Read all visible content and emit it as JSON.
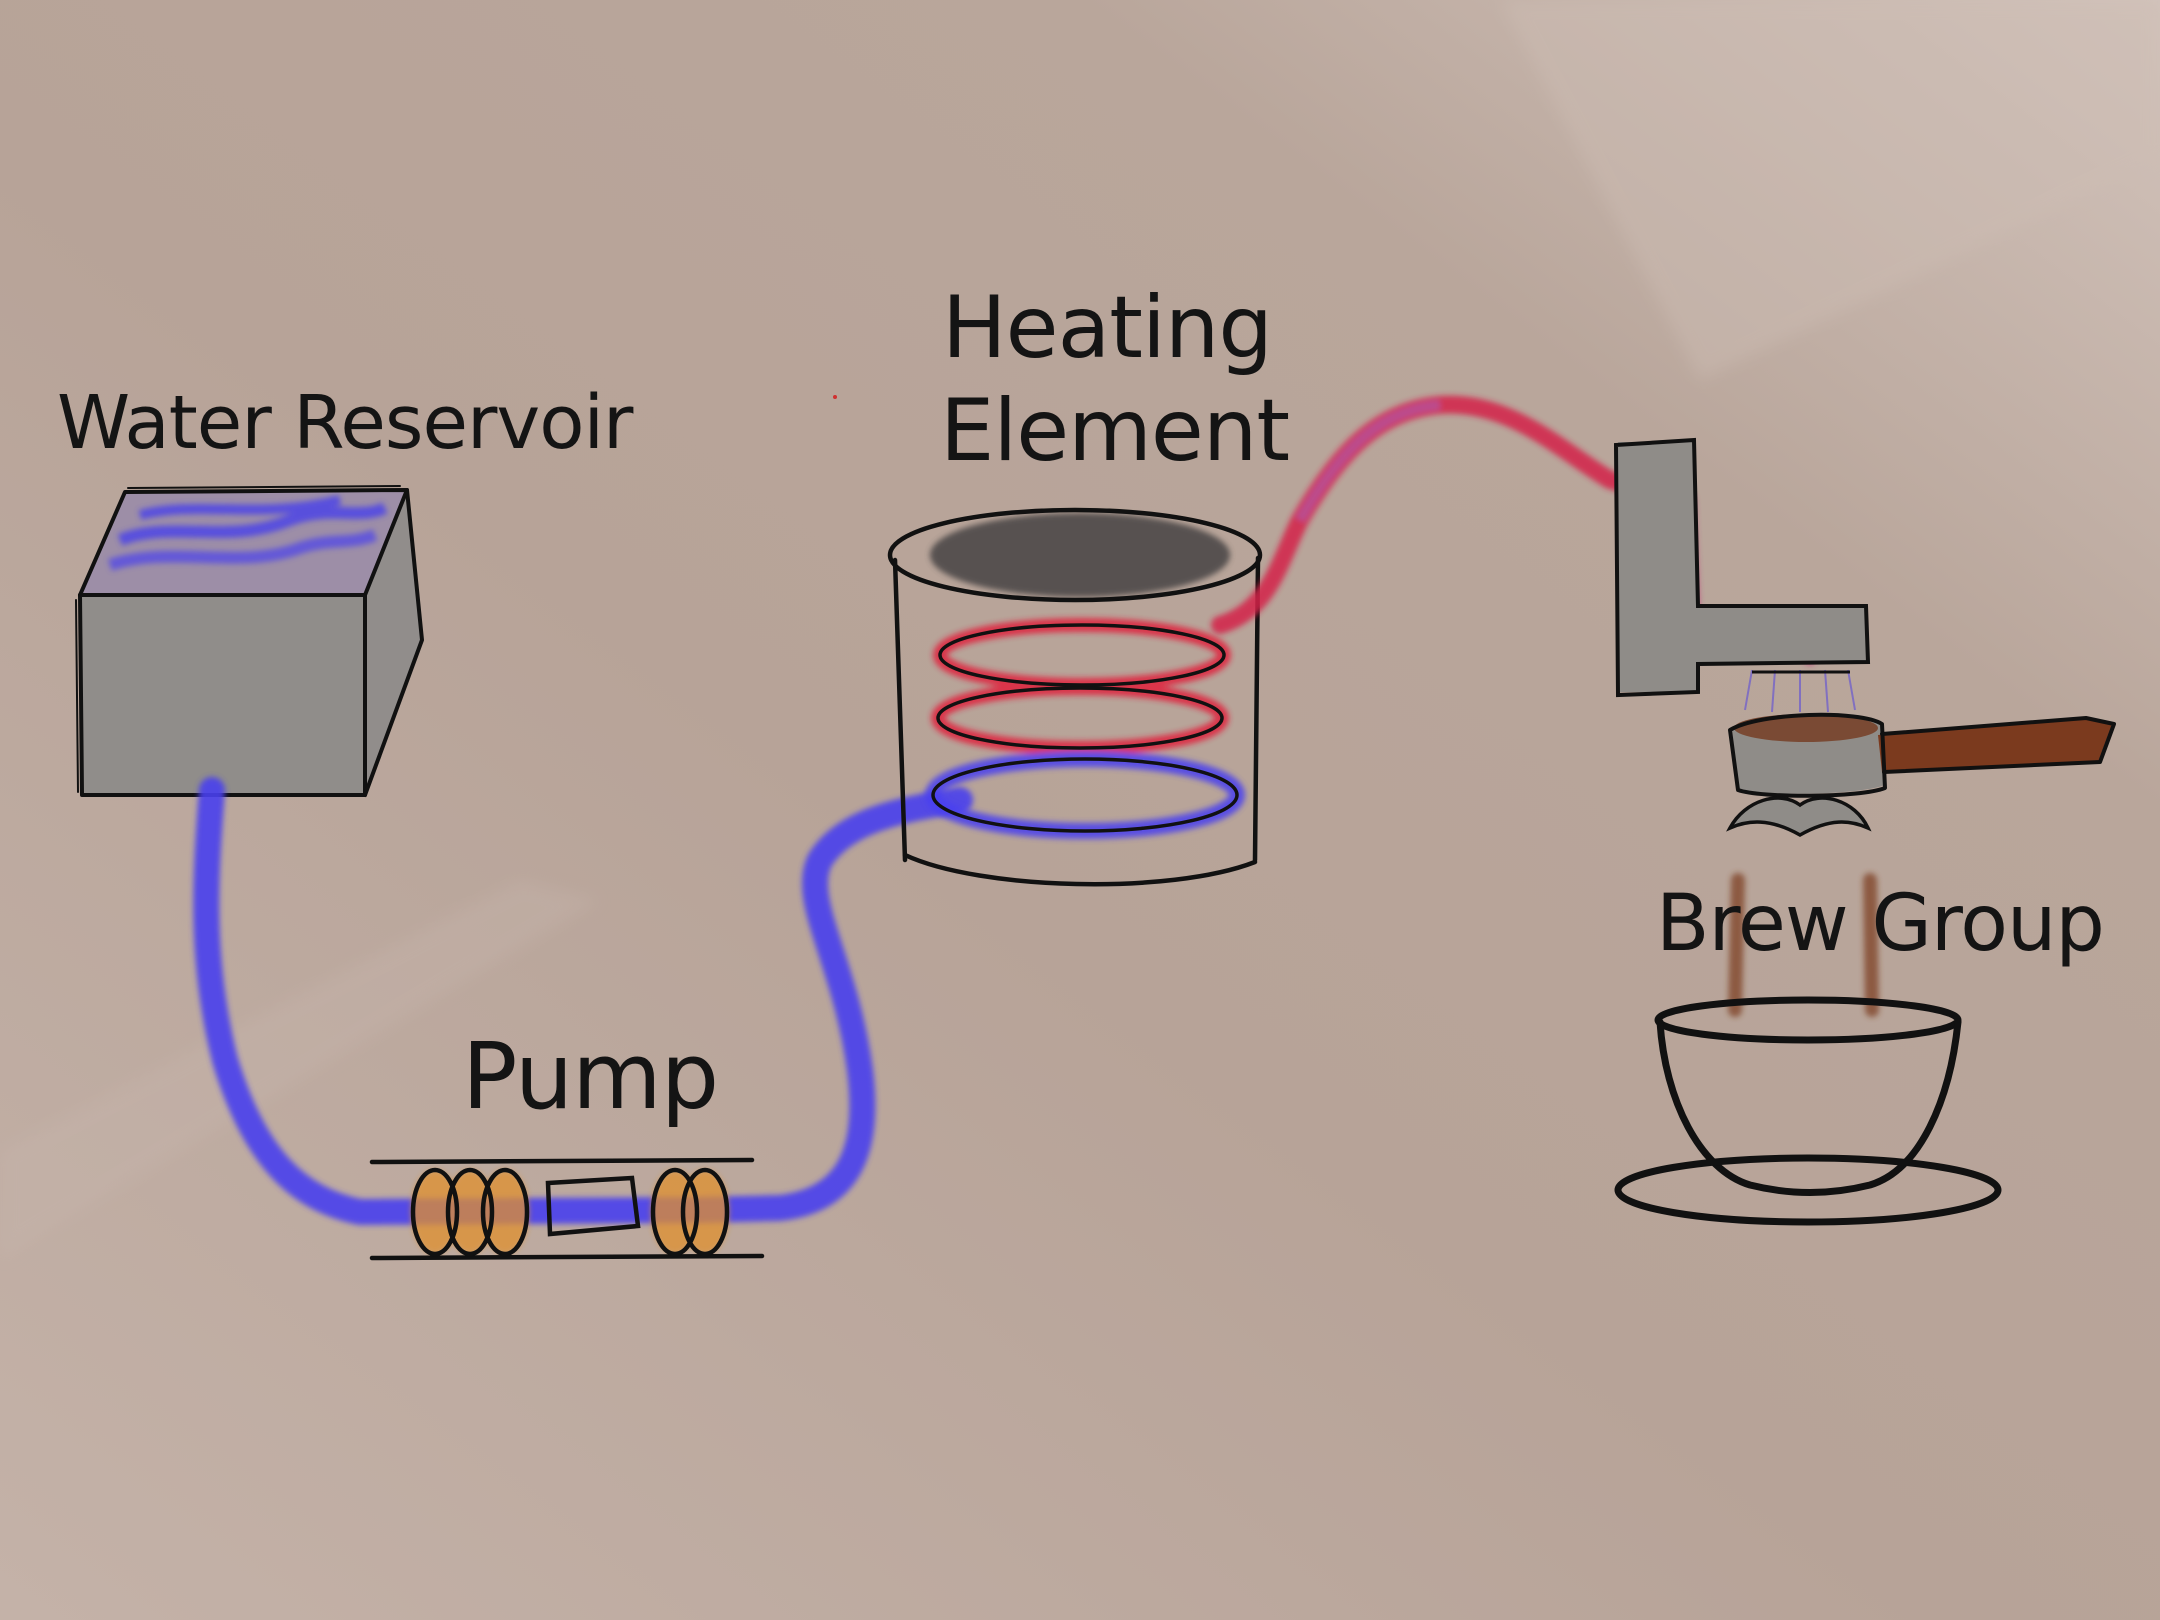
{
  "labels": {
    "water_reservoir": "Water Reservoir",
    "pump": "Pump",
    "heating_element_line1": "Heating",
    "heating_element_line2": "Element",
    "brew_group": "Brew Group"
  },
  "colors": {
    "background": "#b9a59a",
    "cold_water": "#4a3ff0",
    "hot_water": "#e0203c",
    "outline": "#111111",
    "metal_fill": "#8f8c88",
    "coffee": "#7a3a1c",
    "pump_coil": "#e08a2a"
  }
}
